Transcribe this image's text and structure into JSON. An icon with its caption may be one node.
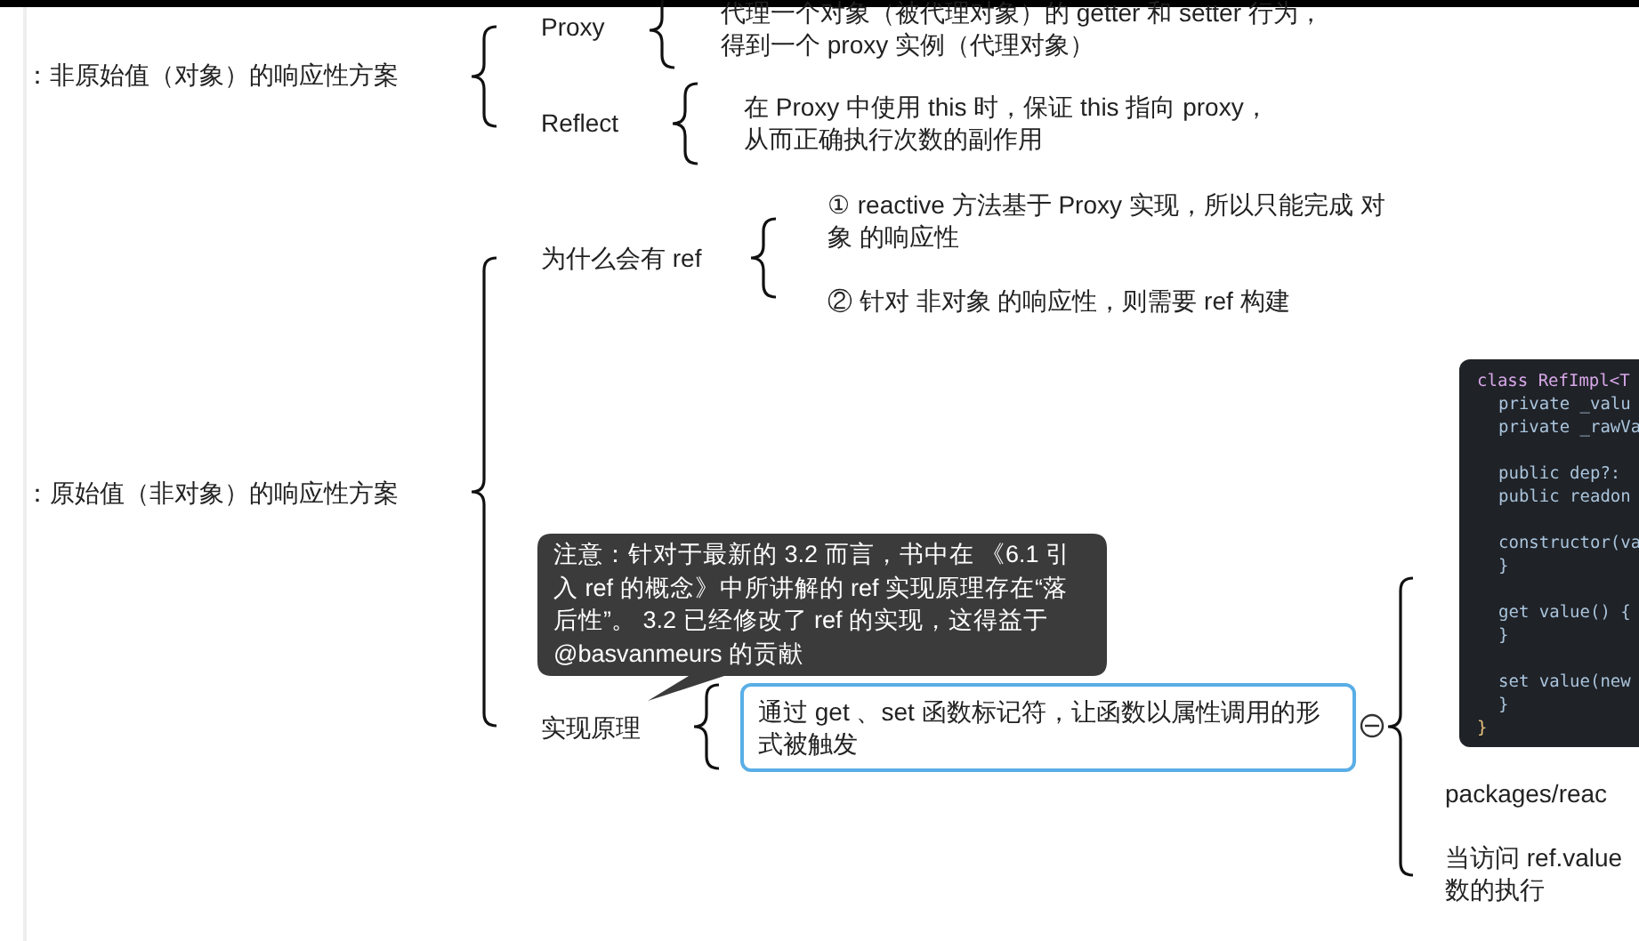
{
  "diagram": {
    "nodes": [
      {
        "text": [
          "：非原始值（对象）的响应性方案"
        ]
      },
      {
        "text": [
          "Proxy"
        ]
      },
      {
        "text": [
          "代理一个对象（被代理对象）的 getter 和 setter 行为，得到一个 proxy 实例（代理对象）"
        ]
      },
      {
        "text": [
          "Reflect"
        ]
      },
      {
        "text": [
          "在 Proxy 中使用 this 时，保证 this 指向 proxy，从而正确执行次数的副作用"
        ]
      },
      {
        "text": [
          "：原始值（非对象）的响应性方案"
        ]
      },
      {
        "text": [
          "为什么会有 ref"
        ]
      },
      {
        "text": [
          "① reactive 方法基于 Proxy 实现，所以只能完成 对象 的响应性"
        ]
      },
      {
        "text": [
          "② 针对 非对象 的响应性，则需要 ref 构建"
        ]
      },
      {
        "text": [
          "注意：针对于最新的 3.2 而言，书中在 《6.1 引入 ref 的概念》中所讲解的 ref 实现原理存在“落后性”。 3.2 已经修改了 ref 的实现，这得益于 @basvanmeurs 的贡献"
        ]
      },
      {
        "text": [
          "实现原理"
        ]
      },
      {
        "text": [
          "通过 get 、set  函数标记符，让函数以属性调用的形式被触发"
        ]
      },
      {
        "text": [
          "class RefImpl<T",
          "private _valu",
          "private _rawVa",
          "public dep?:",
          "public readon",
          "constructor(va",
          "}",
          "get value() {",
          "}",
          "set value(new",
          "}",
          "}"
        ]
      },
      {
        "text": [
          "packages/reac"
        ]
      },
      {
        "text": [
          "当访问 ref.value数的执行"
        ]
      }
    ],
    "edges": []
  }
}
